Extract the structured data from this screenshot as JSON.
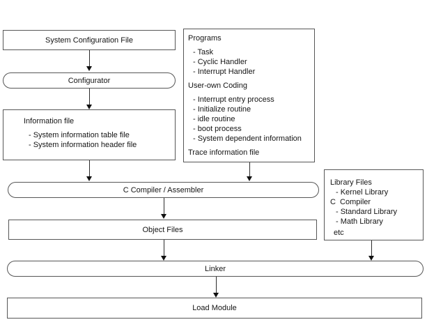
{
  "colors": {
    "background": "#ffffff",
    "box_border": "#565656",
    "text": "#141414",
    "arrow": "#111111"
  },
  "diagram": {
    "system_configuration_file": {
      "label": "System Configuration File"
    },
    "configurator": {
      "label": "Configurator"
    },
    "information_file": {
      "title": "Information file",
      "items": [
        "- System information table file",
        "- System information header file"
      ]
    },
    "programs": {
      "title": "Programs",
      "items": [
        "- Task",
        "- Cyclic Handler",
        "- Interrupt Handler"
      ],
      "subtitle": "User-own Coding",
      "user_items": [
        "- Interrupt entry process",
        "- Initialize routine",
        "- idle routine",
        "- boot process",
        "- System dependent information"
      ],
      "footer": "Trace information file"
    },
    "c_compiler_assembler": {
      "label": "C Compiler / Assembler"
    },
    "object_files": {
      "label": "Object Files"
    },
    "library_files": {
      "title": "Library Files",
      "lines": [
        "- Kernel Library",
        "C  Compiler",
        "- Standard Library",
        "- Math Library",
        "etc"
      ]
    },
    "linker": {
      "label": "Linker"
    },
    "load_module": {
      "label": "Load Module"
    }
  }
}
